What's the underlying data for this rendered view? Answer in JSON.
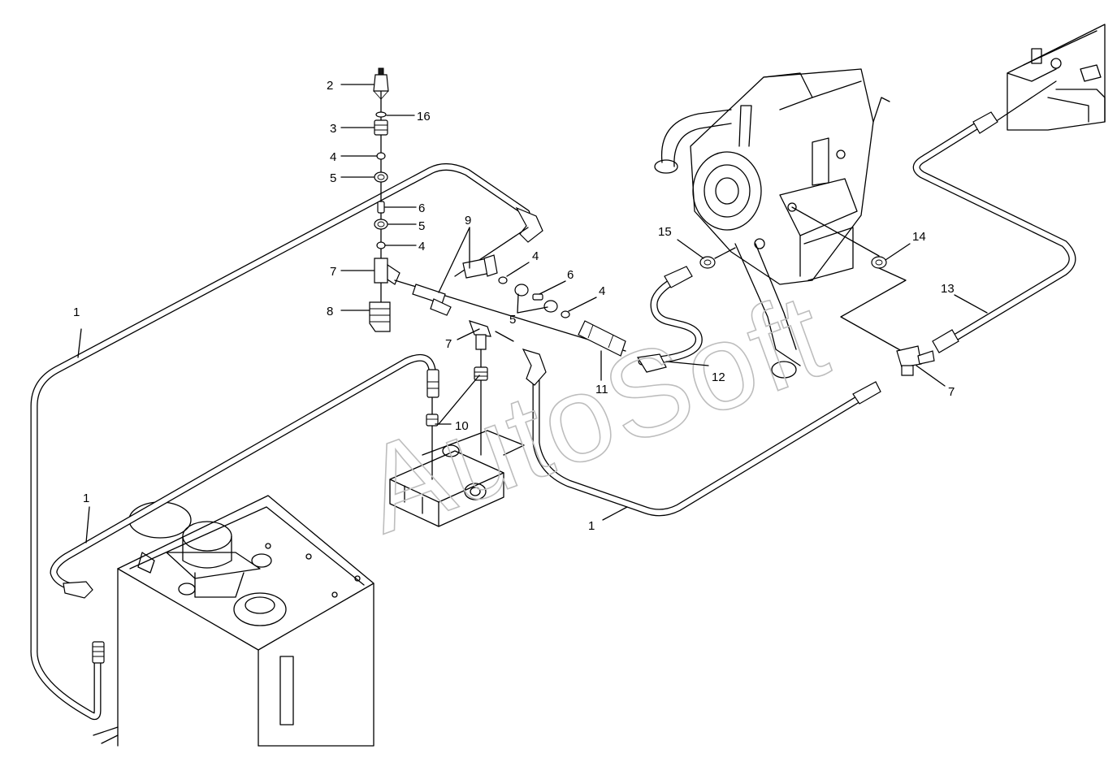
{
  "watermark": "AutoSoft",
  "callouts": {
    "c1a": "1",
    "c1b": "1",
    "c1c": "1",
    "c2": "2",
    "c3": "3",
    "c16": "16",
    "c4a": "4",
    "c5a": "5",
    "c6a": "6",
    "c5b": "5",
    "c4b": "4",
    "c7a": "7",
    "c8": "8",
    "c9": "9",
    "c4c": "4",
    "c6b": "6",
    "c5c": "5",
    "c4d": "4",
    "c7b": "7",
    "c10": "10",
    "c11": "11",
    "c12": "12",
    "c15": "15",
    "c14": "14",
    "c13": "13",
    "c7c": "7"
  },
  "colors": {
    "line": "#000000",
    "background": "#ffffff",
    "watermark": "#bdbdbd"
  }
}
